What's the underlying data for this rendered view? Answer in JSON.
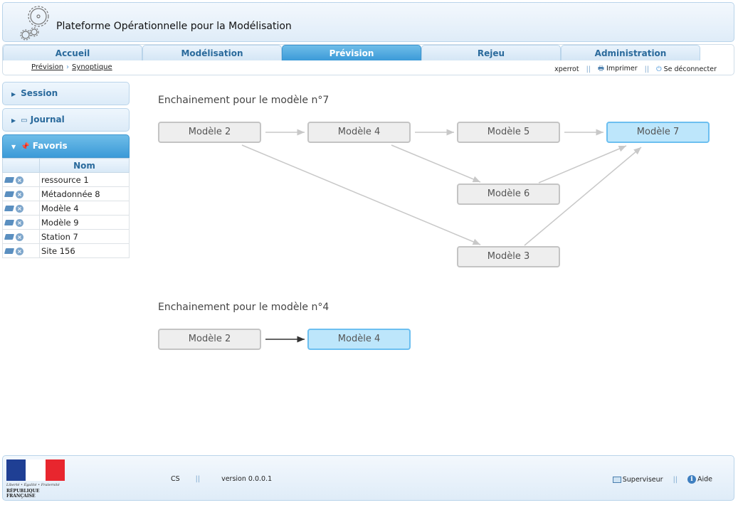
{
  "header": {
    "title": "Plateforme Opérationnelle pour la Modélisation",
    "logo_icon": "gears-icon"
  },
  "tabs": [
    {
      "label": "Accueil",
      "active": false
    },
    {
      "label": "Modélisation",
      "active": false
    },
    {
      "label": "Prévision",
      "active": true
    },
    {
      "label": "Rejeu",
      "active": false
    },
    {
      "label": "Administration",
      "active": false
    }
  ],
  "breadcrumb": {
    "items": [
      "Prévision",
      "Synoptique"
    ],
    "separator": "›"
  },
  "userbar": {
    "user": "xperrot",
    "print_label": "Imprimer",
    "logout_label": "Se déconnecter",
    "separator": "||"
  },
  "sidebar": {
    "panels": [
      {
        "label": "Session",
        "open": false
      },
      {
        "label": "Journal",
        "open": false
      },
      {
        "label": "Favoris",
        "open": true
      }
    ],
    "favoris": {
      "column_header": "Nom",
      "rows": [
        "ressource 1",
        "Métadonnée 8",
        "Modèle 4",
        "Modèle 9",
        "Station 7",
        "Site 156"
      ]
    }
  },
  "main": {
    "graphs": [
      {
        "title": "Enchainement pour le modèle n°7",
        "nodes": [
          "Modèle 2",
          "Modèle 4",
          "Modèle 5",
          "Modèle 7",
          "Modèle 6",
          "Modèle 3"
        ],
        "highlighted": "Modèle 7",
        "edges": [
          [
            "Modèle 2",
            "Modèle 4"
          ],
          [
            "Modèle 4",
            "Modèle 5"
          ],
          [
            "Modèle 5",
            "Modèle 7"
          ],
          [
            "Modèle 4",
            "Modèle 6"
          ],
          [
            "Modèle 2",
            "Modèle 3"
          ],
          [
            "Modèle 6",
            "Modèle 7"
          ],
          [
            "Modèle 3",
            "Modèle 7"
          ]
        ]
      },
      {
        "title": "Enchainement pour le modèle n°4",
        "nodes": [
          "Modèle 2",
          "Modèle 4"
        ],
        "highlighted": "Modèle 4",
        "edges": [
          [
            "Modèle 2",
            "Modèle 4"
          ]
        ]
      }
    ]
  },
  "footer": {
    "motto": "Liberté • Égalité • Fraternité",
    "republic": "RÉPUBLIQUE FRANÇAISE",
    "org": "CS",
    "version": "version 0.0.0.1",
    "supervisor_label": "Superviseur",
    "help_label": "Aide",
    "separator": "||"
  }
}
